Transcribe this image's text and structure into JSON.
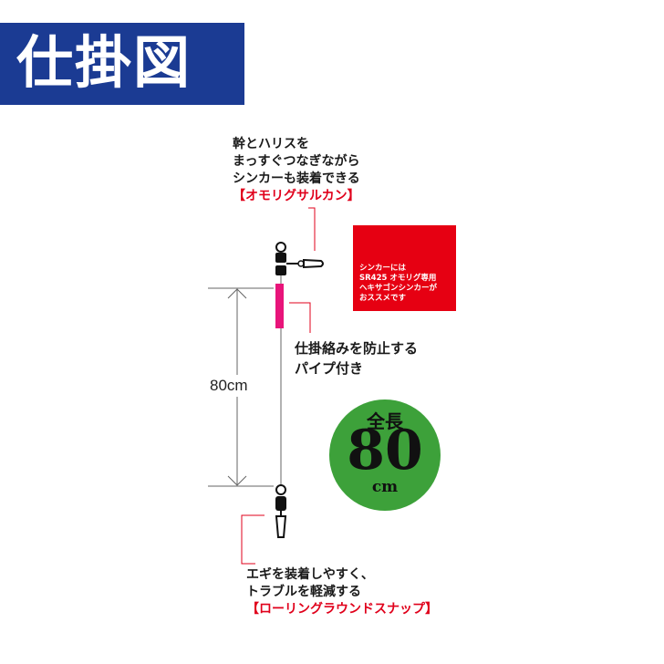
{
  "title": "仕掛図",
  "top_note": {
    "lines": [
      "幹とハリスを",
      "まっすぐつなぎながら",
      "シンカーも装着できる"
    ],
    "product": "【オモリグサルカン】"
  },
  "sinker_box": {
    "lines": [
      "シンカーには",
      "SR425 オモリグ専用",
      "ヘキサゴンシンカーが",
      "おススメです"
    ]
  },
  "pipe_note": {
    "lines": [
      "仕掛絡みを防止する",
      "パイプ付き"
    ]
  },
  "dimension_label": "80cm",
  "total_length": {
    "label": "全長",
    "value": "80",
    "unit": "cm"
  },
  "bottom_note": {
    "lines": [
      "エギを装着しやすく、",
      "トラブルを軽減する"
    ],
    "product": "【ローリングラウンドスナップ】"
  },
  "colors": {
    "title_bg": "#1b3b93",
    "accent_red": "#e0001b",
    "pipe_pink": "#e8147a",
    "badge_green": "#3da13a"
  }
}
